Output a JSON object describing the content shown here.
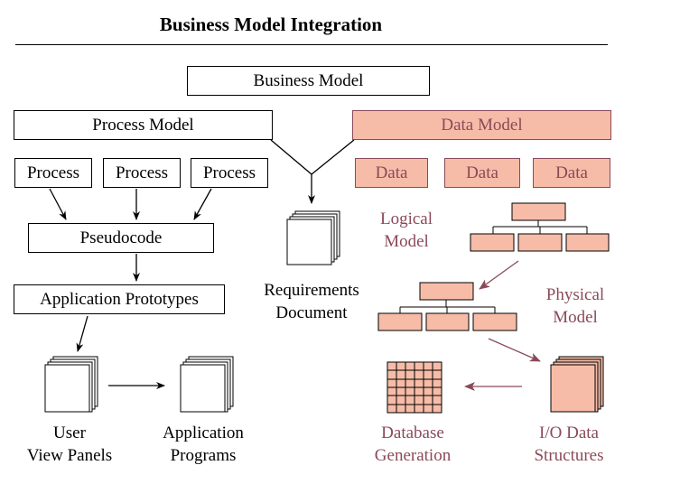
{
  "title": "Business Model Integration",
  "business_model": "Business Model",
  "process_model": "Process Model",
  "data_model": "Data Model",
  "processes": [
    "Process",
    "Process",
    "Process"
  ],
  "data_items": [
    "Data",
    "Data",
    "Data"
  ],
  "pseudocode": "Pseudocode",
  "application_prototypes": "Application Prototypes",
  "requirements_document": [
    "Requirements",
    "Document"
  ],
  "logical_model": [
    "Logical",
    "Model"
  ],
  "physical_model": [
    "Physical",
    "Model"
  ],
  "user_view_panels": [
    "User",
    "View Panels"
  ],
  "application_programs": [
    "Application",
    "Programs"
  ],
  "database_generation": [
    "Database",
    "Generation"
  ],
  "io_data_structures": [
    "I/O Data",
    "Structures"
  ],
  "colors": {
    "data_fill": "#f6bca8",
    "data_accent": "#8a4a5a",
    "line": "#000000"
  }
}
